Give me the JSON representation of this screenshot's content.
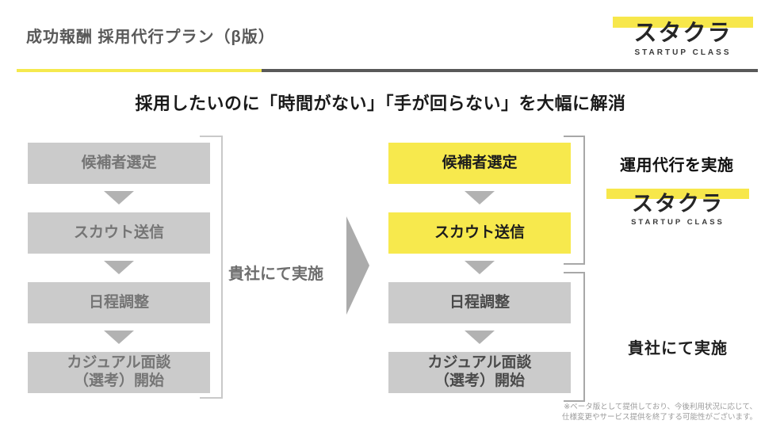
{
  "slide_title": "成功報酬 採用代行プラン（β版）",
  "headline": "採用したいのに「時間がない」「手が回らない」を大幅に解消",
  "logo": {
    "name": "スタクラ",
    "tagline": "STARTUP CLASS"
  },
  "before_flow": {
    "steps": [
      "候補者選定",
      "スカウト送信",
      "日程調整",
      "カジュアル面談\n（選考）開始"
    ],
    "owner_label": "貴社にて実施"
  },
  "after_flow": {
    "steps": [
      "候補者選定",
      "スカウト送信",
      "日程調整",
      "カジュアル面談\n（選考）開始"
    ],
    "delegated_label": "運用代行を実施",
    "owner_label": "貴社にて実施"
  },
  "footnote": "※ベータ版として提供しており、今後利用状況に応じて、\n仕様変更やサービス提供を終了する可能性がございます。",
  "colors": {
    "accent_yellow": "#F7E94D",
    "box_gray": "#CBCBCB",
    "arrow_gray": "#B2B2B2",
    "title_gray": "#595959"
  }
}
